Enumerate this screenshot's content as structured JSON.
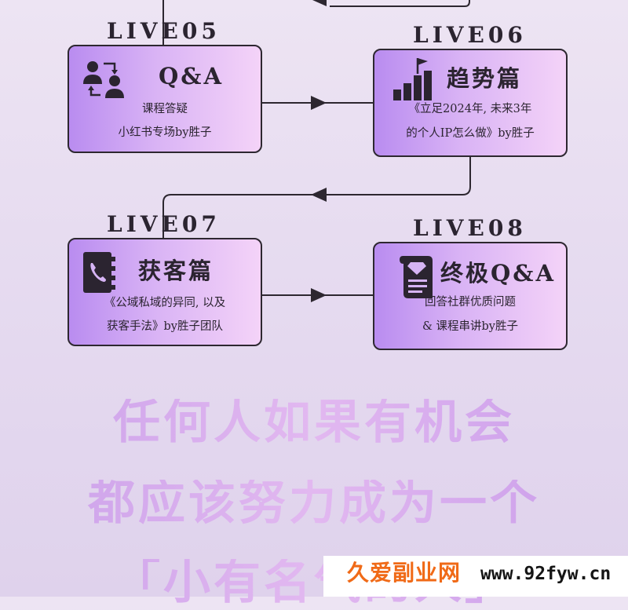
{
  "sessions": [
    {
      "label": "LIVE05",
      "title": "Q&A",
      "lines": [
        "课程答疑",
        "小红书专场by胜子"
      ],
      "icon": "team-exchange-icon"
    },
    {
      "label": "LIVE06",
      "title": "趋势篇",
      "lines": [
        "《立足2024年, 未来3年",
        "的个人IP怎么做》by胜子"
      ],
      "icon": "bar-chart-flag-icon"
    },
    {
      "label": "LIVE07",
      "title": "获客篇",
      "lines": [
        "《公域私域的异同, 以及",
        "获客手法》by胜子团队"
      ],
      "icon": "phone-book-icon"
    },
    {
      "label": "LIVE08",
      "title": "终极Q&A",
      "lines": [
        "回答社群优质问题",
        "& 课程串讲by胜子"
      ],
      "icon": "diamond-certificate-icon"
    }
  ],
  "slogan": {
    "line1": "任何人如果有机会",
    "line2": "都应该努力成为一个",
    "line3": "「小有名气的人」"
  },
  "watermark": {
    "cn": "久爱副业网",
    "url": "www.92fyw.cn"
  },
  "colors": {
    "card_start": "#b98cf0",
    "card_end": "#f4d3f8",
    "slogan": "#cfa6e9",
    "line": "#2d2730",
    "watermark_cn": "#f06a17"
  }
}
